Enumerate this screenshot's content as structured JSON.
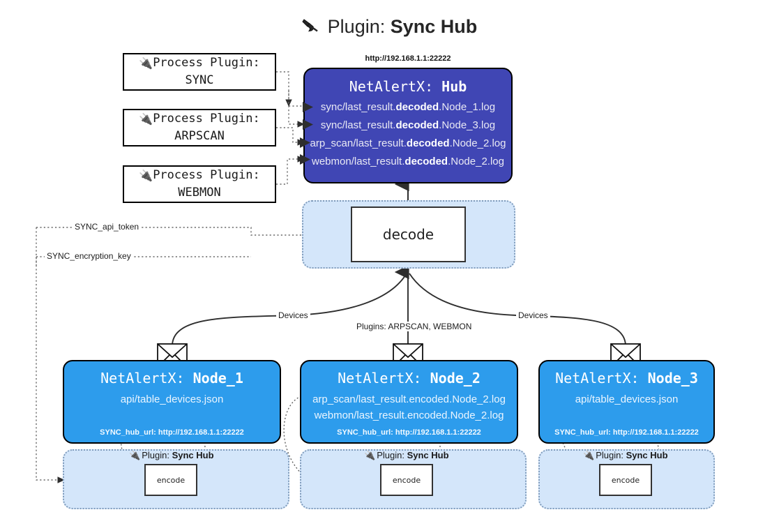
{
  "page": {
    "title_prefix": "Plugin:",
    "title_name": "Sync Hub",
    "plug_glyph": "🔌"
  },
  "colors": {
    "hub": "#4046b4",
    "node": "#2d9cec",
    "container": "#d4e6fa",
    "container_border": "#7f9bbb",
    "stroke": "#333333"
  },
  "process_plugins": [
    {
      "caption": "Process Plugin:",
      "name": "SYNC"
    },
    {
      "caption": "Process Plugin:",
      "name": "ARPSCAN"
    },
    {
      "caption": "Process Plugin:",
      "name": "WEBMON"
    }
  ],
  "hub": {
    "url": "http://192.168.1.1:22222",
    "app": "NetAlertX:",
    "name": "Hub",
    "logs": [
      {
        "pre": "sync/last_result.",
        "mid": "decoded",
        "post": ".Node_1.log"
      },
      {
        "pre": "sync/last_result.",
        "mid": "decoded",
        "post": ".Node_3.log"
      },
      {
        "pre": "arp_scan/last_result.",
        "mid": "decoded",
        "post": ".Node_2.log"
      },
      {
        "pre": "webmon/last_result.",
        "mid": "decoded",
        "post": ".Node_2.log"
      }
    ]
  },
  "decode": {
    "label": "decode"
  },
  "secrets": [
    {
      "label": "SYNC_api_token"
    },
    {
      "label": "SYNC_encryption_key"
    }
  ],
  "edge_labels": {
    "devices_left": "Devices",
    "devices_right": "Devices",
    "plugins_middle": "Plugins: ARPSCAN, WEBMON"
  },
  "nodes": [
    {
      "app": "NetAlertX:",
      "name": "Node_1",
      "lines": [
        "api/table_devices.json"
      ],
      "hub_url": "SYNC_hub_url: http://192.168.1.1:22222"
    },
    {
      "app": "NetAlertX:",
      "name": "Node_2",
      "lines": [
        "arp_scan/last_result.encoded.Node_2.log",
        "webmon/last_result.encoded.Node_2.log"
      ],
      "hub_url": "SYNC_hub_url: http://192.168.1.1:22222"
    },
    {
      "app": "NetAlertX:",
      "name": "Node_3",
      "lines": [
        "api/table_devices.json"
      ],
      "hub_url": "SYNC_hub_url: http://192.168.1.1:22222"
    }
  ],
  "encoders": [
    {
      "caption_prefix": "Plugin:",
      "caption_name": "Sync Hub",
      "label": "encode"
    },
    {
      "caption_prefix": "Plugin:",
      "caption_name": "Sync Hub",
      "label": "encode"
    },
    {
      "caption_prefix": "Plugin:",
      "caption_name": "Sync Hub",
      "label": "encode"
    }
  ]
}
